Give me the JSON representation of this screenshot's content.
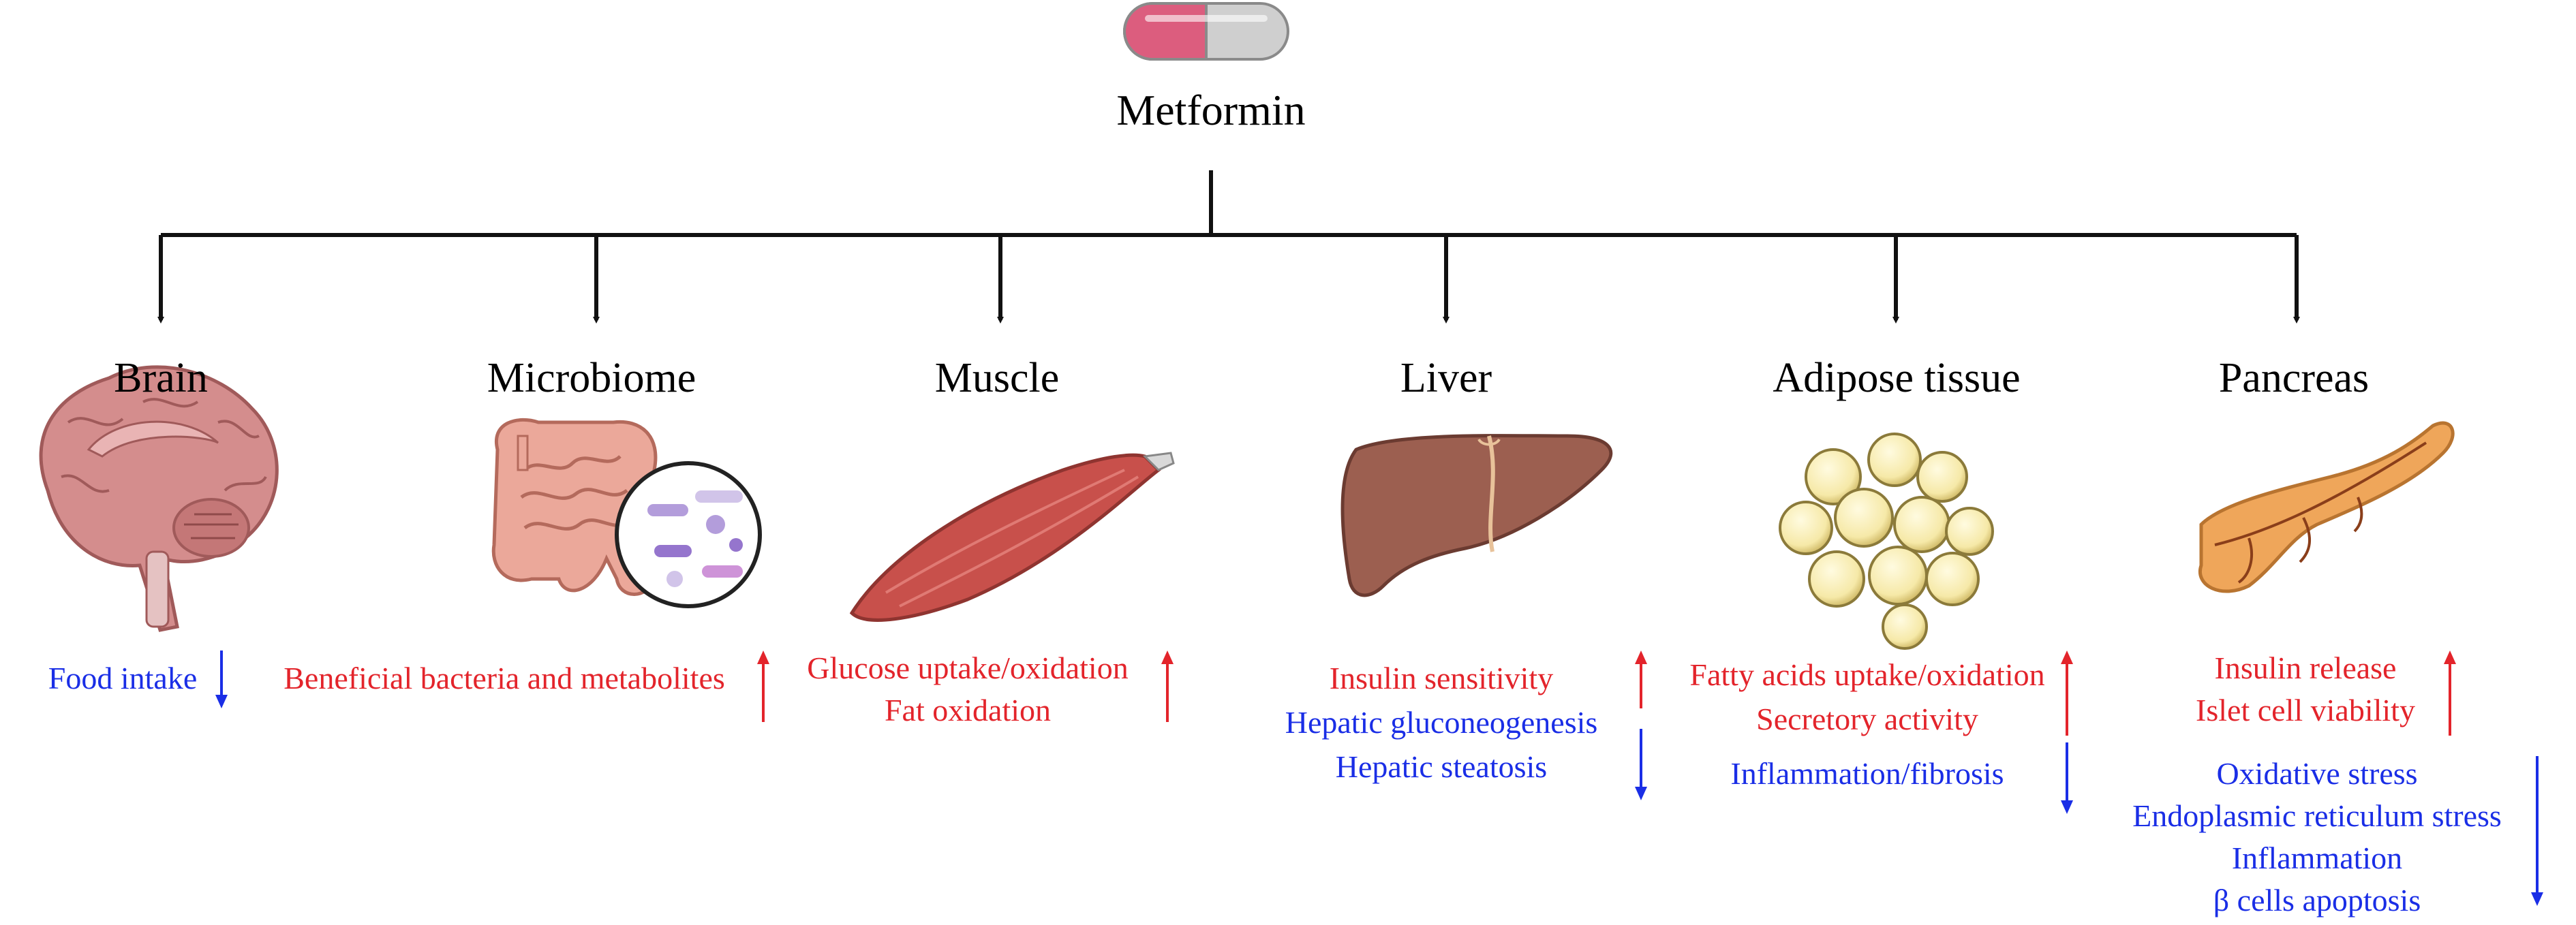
{
  "drug": {
    "name": "Metformin"
  },
  "colors": {
    "increase": "#e3242b",
    "decrease": "#1a2ee6",
    "line": "#111111"
  },
  "organs": [
    {
      "name": "Brain",
      "icon": "brain-icon",
      "effects": [
        {
          "text": "Food intake",
          "direction": "down"
        }
      ]
    },
    {
      "name": "Microbiome",
      "icon": "intestine-microbiome-icon",
      "effects": [
        {
          "text": "Beneficial bacteria and metabolites",
          "direction": "up"
        }
      ]
    },
    {
      "name": "Muscle",
      "icon": "muscle-icon",
      "effects": [
        {
          "text": "Glucose uptake/oxidation",
          "direction": "up"
        },
        {
          "text": "Fat oxidation",
          "direction": "up"
        }
      ]
    },
    {
      "name": "Liver",
      "icon": "liver-icon",
      "effects": [
        {
          "text": "Insulin sensitivity",
          "direction": "up"
        },
        {
          "text": "Hepatic gluconeogenesis",
          "direction": "down"
        },
        {
          "text": "Hepatic steatosis",
          "direction": "down"
        }
      ]
    },
    {
      "name": "Adipose tissue",
      "icon": "adipocytes-icon",
      "effects": [
        {
          "text": "Fatty acids uptake/oxidation",
          "direction": "up"
        },
        {
          "text": "Secretory activity",
          "direction": "up"
        },
        {
          "text": "Inflammation/fibrosis",
          "direction": "down"
        }
      ]
    },
    {
      "name": "Pancreas",
      "icon": "pancreas-icon",
      "effects": [
        {
          "text": "Insulin release",
          "direction": "up"
        },
        {
          "text": "Islet cell viability",
          "direction": "up"
        },
        {
          "text": "Oxidative stress",
          "direction": "down"
        },
        {
          "text": "Endoplasmic reticulum stress",
          "direction": "down"
        },
        {
          "text": "Inflammation",
          "direction": "down"
        },
        {
          "text": "β cells apoptosis",
          "direction": "down"
        }
      ]
    }
  ]
}
